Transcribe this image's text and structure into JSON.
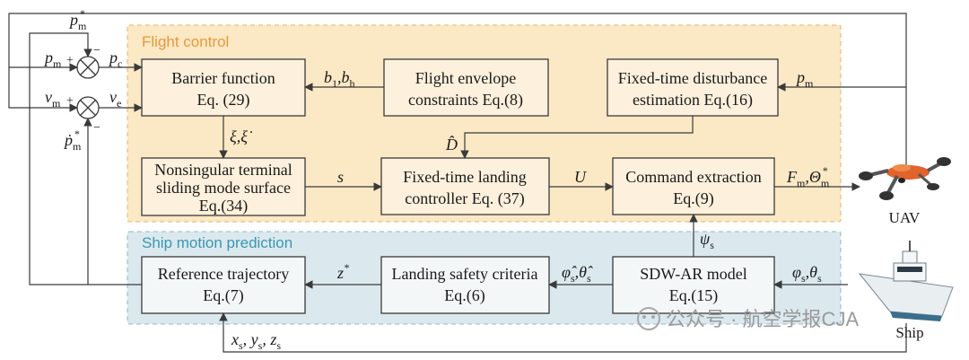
{
  "colors": {
    "flight_region_fill": "#fbe8c5",
    "flight_region_label": "#e59a3b",
    "ship_region_fill": "#dbe9ee",
    "ship_region_label": "#3a97b4",
    "box_fill": "#fdf0dc",
    "ship_box_fill": "#f4f7f8",
    "line": "#3a3a3a"
  },
  "regions": {
    "flight_control": "Flight control",
    "ship_motion": "Ship motion prediction"
  },
  "boxes": {
    "barrier": [
      "Barrier function",
      "Eq. (29)"
    ],
    "envelope": [
      "Flight envelope",
      "constraints Eq.(8)"
    ],
    "disturbance": [
      "Fixed-time disturbance",
      "estimation Eq.(16)"
    ],
    "nts": [
      "Nonsingular terminal",
      "sliding mode surface",
      "Eq.(34)"
    ],
    "landing": [
      "Fixed-time landing",
      "controller Eq. (37)"
    ],
    "command": [
      "Command extraction",
      "Eq.(9)"
    ],
    "reference": [
      "Reference trajectory",
      "Eq.(7)"
    ],
    "safety": [
      "Landing safety criteria",
      "Eq.(6)"
    ],
    "sdw": [
      "SDW-AR model",
      "Eq.(15)"
    ]
  },
  "signals": {
    "p_m_star": {
      "base": "p",
      "sub": "m",
      "sup": "*"
    },
    "p_m": {
      "base": "p",
      "sub": "m"
    },
    "p_c": {
      "base": "p",
      "sub": "c"
    },
    "v_m": {
      "base": "v",
      "sub": "m"
    },
    "v_e": {
      "base": "v",
      "sub": "e"
    },
    "p_m_dot_star": {
      "base": "ṗ",
      "sub": "m",
      "sup": "*"
    },
    "b1_bh": {
      "b1": "b",
      "b1_sub": "1",
      "bh": "b",
      "bh_sub": "h"
    },
    "p_m_right": {
      "base": "p",
      "sub": "m"
    },
    "xi": "ξ,ξ̇",
    "d_hat": "D̂",
    "s": "s",
    "U": "U",
    "force": {
      "F": "F",
      "F_sub": "m",
      "Theta": "Θ",
      "Theta_sub": "m",
      "Theta_sup": "*"
    },
    "psi_s": {
      "base": "ψ",
      "sub": "s"
    },
    "z_star": {
      "base": "z",
      "sup": "*"
    },
    "phi_theta_hat": {
      "phi": "φ̂",
      "phi_sub": "s",
      "theta": "θ̂",
      "theta_sub": "s"
    },
    "phi_theta": {
      "phi": "φ",
      "phi_sub": "s",
      "theta": "θ",
      "theta_sub": "s"
    },
    "xyz": {
      "x": "x",
      "x_sub": "s",
      "y": "y",
      "y_sub": "s",
      "z": "z",
      "z_sub": "s"
    }
  },
  "signs": {
    "plus": "+",
    "minus": "−"
  },
  "vehicles": {
    "uav_label": "UAV",
    "ship_label": "Ship"
  },
  "watermark": "公众号 · 航空学报CJA"
}
